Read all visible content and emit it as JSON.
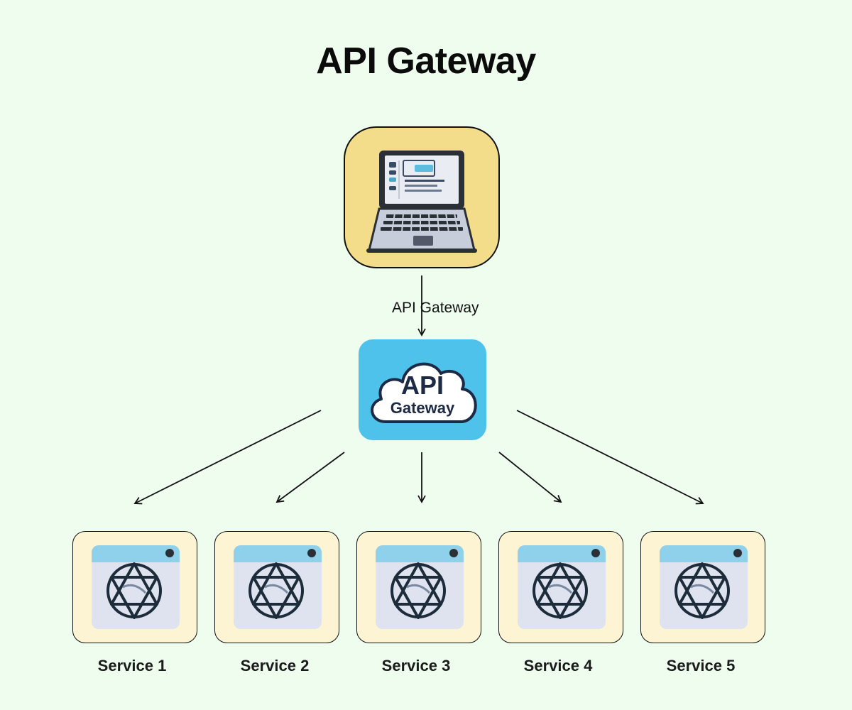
{
  "title": "API Gateway",
  "client": {
    "icon": "laptop-icon"
  },
  "edge_label": "API  Gateway",
  "gateway": {
    "line1": "API",
    "line2": "Gateway",
    "icon": "cloud-icon",
    "color": "#4fc2ec"
  },
  "services": [
    {
      "label": "Service 1",
      "icon": "service-window-icon"
    },
    {
      "label": "Service 2",
      "icon": "service-window-icon"
    },
    {
      "label": "Service 3",
      "icon": "service-window-icon"
    },
    {
      "label": "Service 4",
      "icon": "service-window-icon"
    },
    {
      "label": "Service 5",
      "icon": "service-window-icon"
    }
  ],
  "colors": {
    "background": "#effdef",
    "client_box": "#f3dc8a",
    "service_box": "#fdf4d3"
  }
}
